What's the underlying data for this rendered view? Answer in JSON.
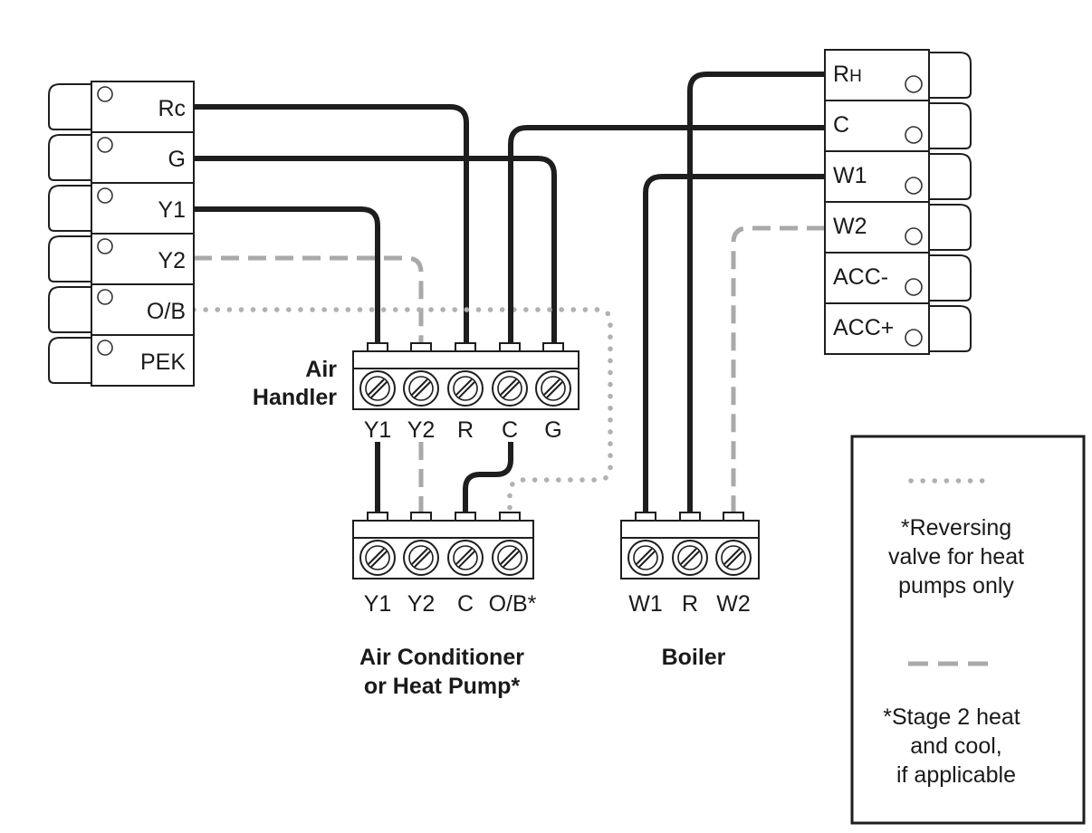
{
  "thermostat_left": {
    "terminals": [
      "Rc",
      "G",
      "Y1",
      "Y2",
      "O/B",
      "PEK"
    ]
  },
  "thermostat_right": {
    "terminals": [
      "RH",
      "C",
      "W1",
      "W2",
      "ACC-",
      "ACC+"
    ],
    "rh_main": "R",
    "rh_sub": "H"
  },
  "air_handler": {
    "title_line1": "Air",
    "title_line2": "Handler",
    "terminals": [
      "Y1",
      "Y2",
      "R",
      "C",
      "G"
    ]
  },
  "ac_heat_pump": {
    "title_line1": "Air Conditioner",
    "title_line2": "or Heat Pump*",
    "terminals": [
      "Y1",
      "Y2",
      "C",
      "O/B*"
    ]
  },
  "boiler": {
    "title": "Boiler",
    "terminals": [
      "W1",
      "R",
      "W2"
    ]
  },
  "legend": {
    "dotted_text": [
      "*Reversing",
      "valve for heat",
      "pumps only"
    ],
    "dashed_text": [
      "*Stage 2 heat",
      "and cool,",
      "if applicable"
    ]
  },
  "colors": {
    "wire": "#1e1e1e",
    "optional_wire": "#a9a9a9"
  }
}
